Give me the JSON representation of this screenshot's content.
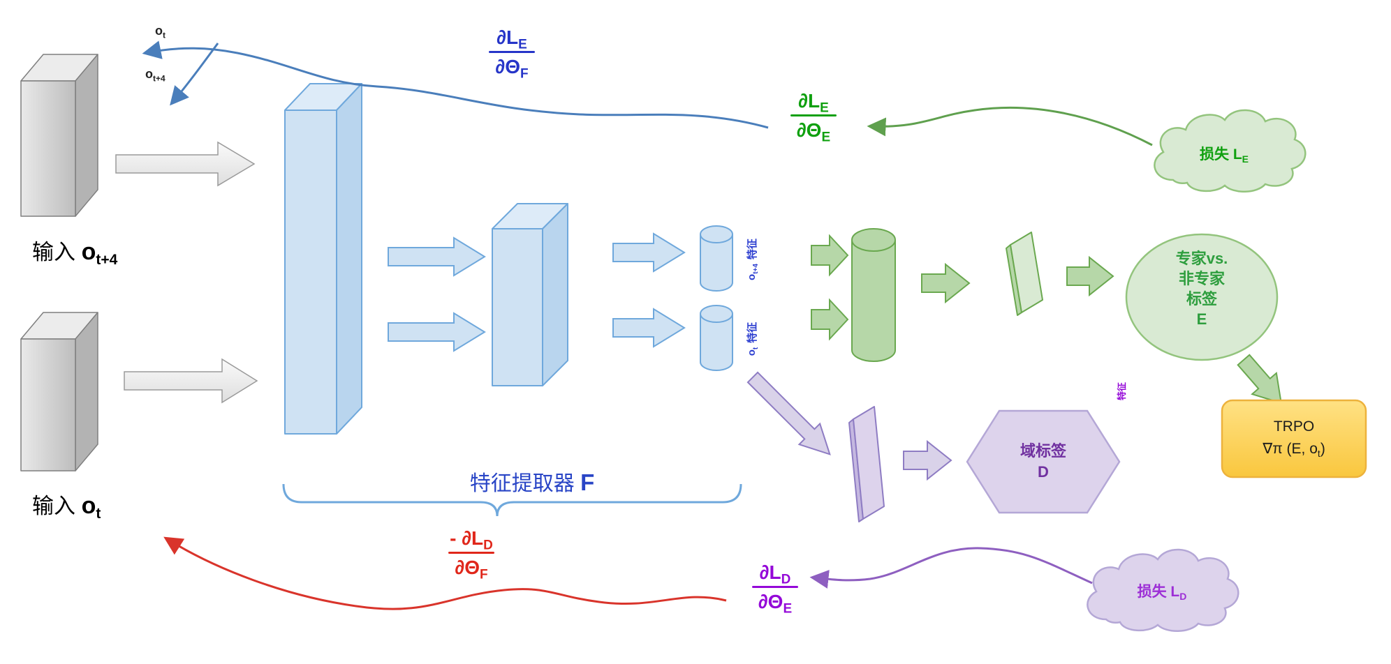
{
  "labels": {
    "ot_arrow": {
      "main": "o",
      "sub": "t"
    },
    "ot4_arrow": {
      "main": "o",
      "sub": "t+4"
    },
    "input_top": {
      "prefix": "输入 ",
      "var": "o",
      "sub": "t+4"
    },
    "input_bottom": {
      "prefix": "输入 ",
      "var": "o",
      "sub": "t"
    },
    "feature_extractor": {
      "text": "特征提取器 ",
      "var": "F"
    },
    "feature_top": {
      "var": "o",
      "sub": "t+4",
      "text": "特征"
    },
    "feature_bottom": {
      "var": "o",
      "sub": "t",
      "text": "特征"
    },
    "feature_small": "特征"
  },
  "gradients": {
    "loss_e_wrt_f": {
      "num": "∂L",
      "num_sub": "E",
      "den": "∂Θ",
      "den_sub": "F",
      "color": "#2635c8"
    },
    "loss_e_wrt_e": {
      "num": "∂L",
      "num_sub": "E",
      "den": "∂Θ",
      "den_sub": "E",
      "color": "#0fa00f"
    },
    "neg_loss_d_wrt_f": {
      "num": "- ∂L",
      "num_sub": "D",
      "den": "∂Θ",
      "den_sub": "F",
      "color": "#e0271b"
    },
    "loss_d_wrt_e": {
      "num": "∂L",
      "num_sub": "D",
      "den": "∂Θ",
      "den_sub": "E",
      "color": "#9408d8"
    }
  },
  "nodes": {
    "expert_label": {
      "line1": "专家vs.",
      "line2": "非专家",
      "line3": "标签",
      "line4": "E"
    },
    "trpo": {
      "line1": "TRPO",
      "line2_pre": "∇π (E, o",
      "line2_sub": "t",
      "line2_post": ")"
    },
    "domain_label": {
      "line1": "域标签",
      "line2": "D"
    },
    "loss_e": {
      "main": "损失 L",
      "sub": "E"
    },
    "loss_d": {
      "main": "损失 L",
      "sub": "D"
    }
  },
  "colors": {
    "blue_fill": "#cfe2f3",
    "blue_stroke": "#6fa8dc",
    "green_fill": "#d9ead3",
    "green_arrow_fill": "#b6d7a8",
    "green_stroke": "#6aa84f",
    "purple_fill": "#d9d2e9",
    "purple_stroke": "#8e7cc3",
    "yellow_fill": "#ffd966",
    "yellow_stroke": "#edb23c",
    "gray_fill": "#d9d9d9",
    "gray_stroke": "#7f7f7f",
    "curve_blue": "#4a7ebb",
    "curve_green": "#5fa04e",
    "curve_red": "#d9342b",
    "curve_purple": "#8e5fc0"
  }
}
